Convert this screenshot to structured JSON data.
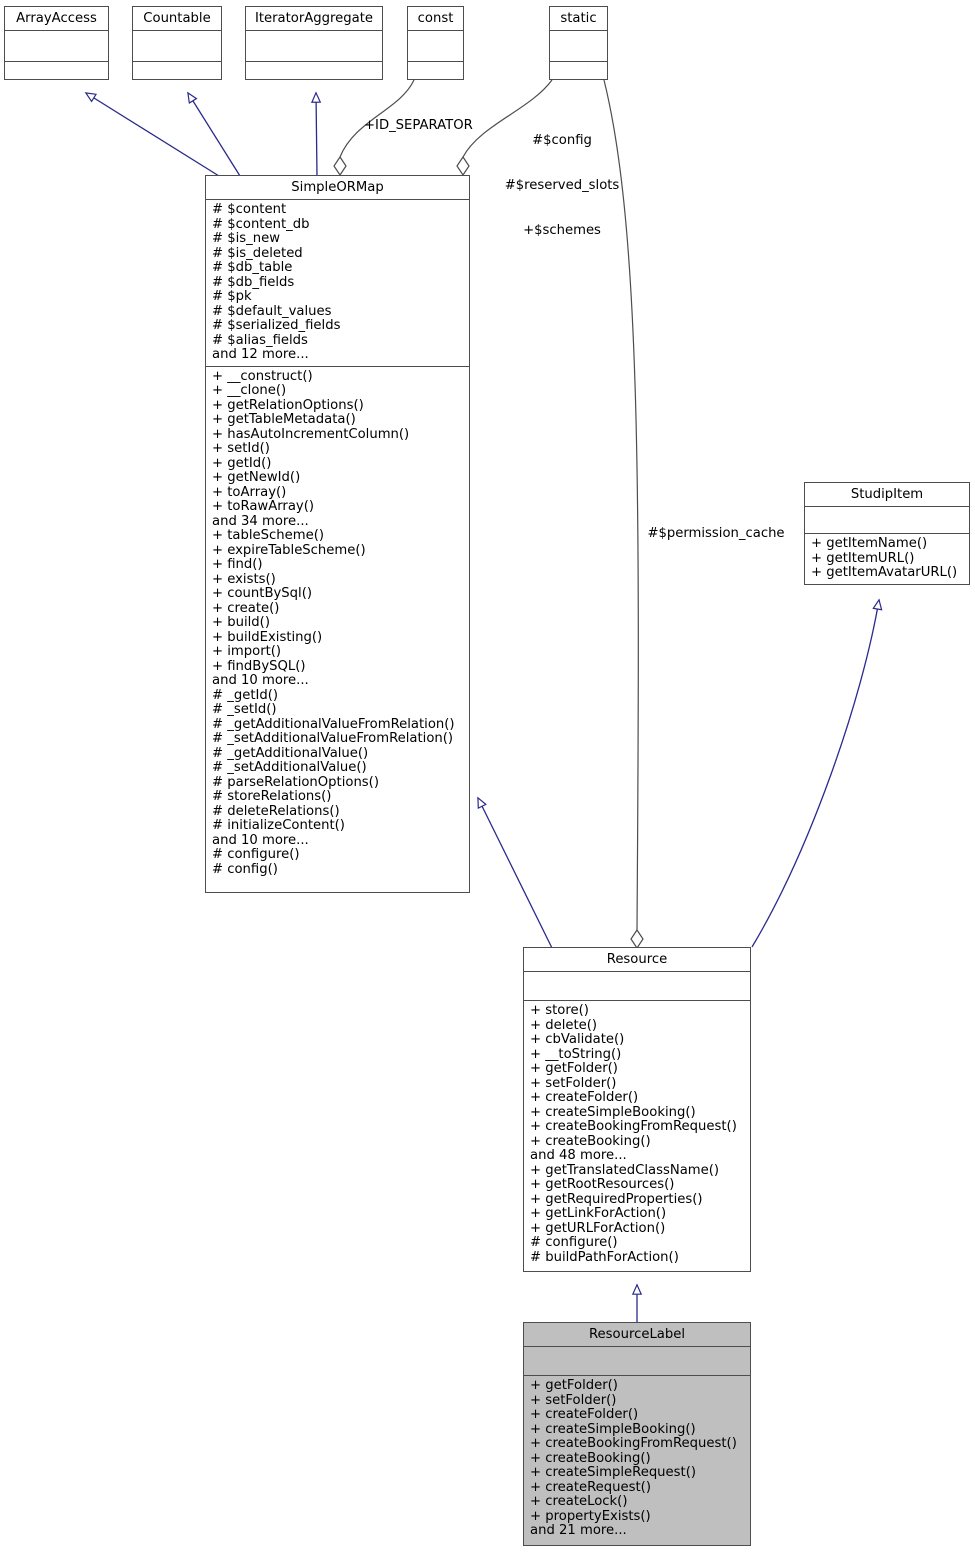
{
  "diagram": {
    "kind": "uml-class-diagram",
    "background": "#ffffff",
    "inheritance_color": "#2a2a8c",
    "aggregation_color": "#4d4d4d",
    "node_border_color": "#4d4d4d",
    "highlight_fill": "#bfbfbf"
  },
  "nodes": {
    "array_access": {
      "title": "ArrayAccess",
      "attributes": [],
      "methods": []
    },
    "countable": {
      "title": "Countable",
      "attributes": [],
      "methods": []
    },
    "iterator_aggregate": {
      "title": "IteratorAggregate",
      "attributes": [],
      "methods": []
    },
    "const": {
      "title": "const",
      "attributes": [],
      "methods": []
    },
    "static": {
      "title": "static",
      "attributes": [],
      "methods": []
    },
    "simple_ormap": {
      "title": "SimpleORMap",
      "attributes": [
        "# $content",
        "# $content_db",
        "# $is_new",
        "# $is_deleted",
        "# $db_table",
        "# $db_fields",
        "# $pk",
        "# $default_values",
        "# $serialized_fields",
        "# $alias_fields",
        "and 12 more..."
      ],
      "methods": [
        "+ __construct()",
        "+ __clone()",
        "+ getRelationOptions()",
        "+ getTableMetadata()",
        "+ hasAutoIncrementColumn()",
        "+ setId()",
        "+ getId()",
        "+ getNewId()",
        "+ toArray()",
        "+ toRawArray()",
        "and 34 more...",
        "+ tableScheme()",
        "+ expireTableScheme()",
        "+ find()",
        "+ exists()",
        "+ countBySql()",
        "+ create()",
        "+ build()",
        "+ buildExisting()",
        "+ import()",
        "+ findBySQL()",
        "and 10 more...",
        "# _getId()",
        "# _setId()",
        "# _getAdditionalValueFromRelation()",
        "# _setAdditionalValueFromRelation()",
        "# _getAdditionalValue()",
        "# _setAdditionalValue()",
        "# parseRelationOptions()",
        "# storeRelations()",
        "# deleteRelations()",
        "# initializeContent()",
        "and 10 more...",
        "# configure()",
        "# config()"
      ]
    },
    "studip_item": {
      "title": "StudipItem",
      "attributes": [],
      "methods": [
        "+ getItemName()",
        "+ getItemURL()",
        "+ getItemAvatarURL()"
      ]
    },
    "resource": {
      "title": "Resource",
      "attributes": [],
      "methods": [
        "+ store()",
        "+ delete()",
        "+ cbValidate()",
        "+ __toString()",
        "+ getFolder()",
        "+ setFolder()",
        "+ createFolder()",
        "+ createSimpleBooking()",
        "+ createBookingFromRequest()",
        "+ createBooking()",
        "and 48 more...",
        "+ getTranslatedClassName()",
        "+ getRootResources()",
        "+ getRequiredProperties()",
        "+ getLinkForAction()",
        "+ getURLForAction()",
        "# configure()",
        "# buildPathForAction()"
      ]
    },
    "resource_label": {
      "title": "ResourceLabel",
      "attributes": [],
      "methods": [
        "+ getFolder()",
        "+ setFolder()",
        "+ createFolder()",
        "+ createSimpleBooking()",
        "+ createBookingFromRequest()",
        "+ createBooking()",
        "+ createSimpleRequest()",
        "+ createRequest()",
        "+ createLock()",
        "+ propertyExists()",
        "and 21 more..."
      ]
    }
  },
  "edge_labels": {
    "id_separator": "+ID_SEPARATOR",
    "static_to_ormap": "#$config\n#$reserved_slots\n+$schemes",
    "permission_cache": "#$permission_cache"
  },
  "relations": [
    {
      "from": "simple_ormap",
      "to": "array_access",
      "type": "inheritance"
    },
    {
      "from": "simple_ormap",
      "to": "countable",
      "type": "inheritance"
    },
    {
      "from": "simple_ormap",
      "to": "iterator_aggregate",
      "type": "inheritance"
    },
    {
      "from": "const",
      "to": "simple_ormap",
      "type": "aggregation",
      "label": "+ID_SEPARATOR"
    },
    {
      "from": "static",
      "to": "simple_ormap",
      "type": "aggregation",
      "label": "#$config #$reserved_slots +$schemes"
    },
    {
      "from": "static",
      "to": "resource",
      "type": "aggregation",
      "label": "#$permission_cache"
    },
    {
      "from": "resource",
      "to": "simple_ormap",
      "type": "inheritance"
    },
    {
      "from": "resource",
      "to": "studip_item",
      "type": "inheritance"
    },
    {
      "from": "resource_label",
      "to": "resource",
      "type": "inheritance"
    }
  ]
}
